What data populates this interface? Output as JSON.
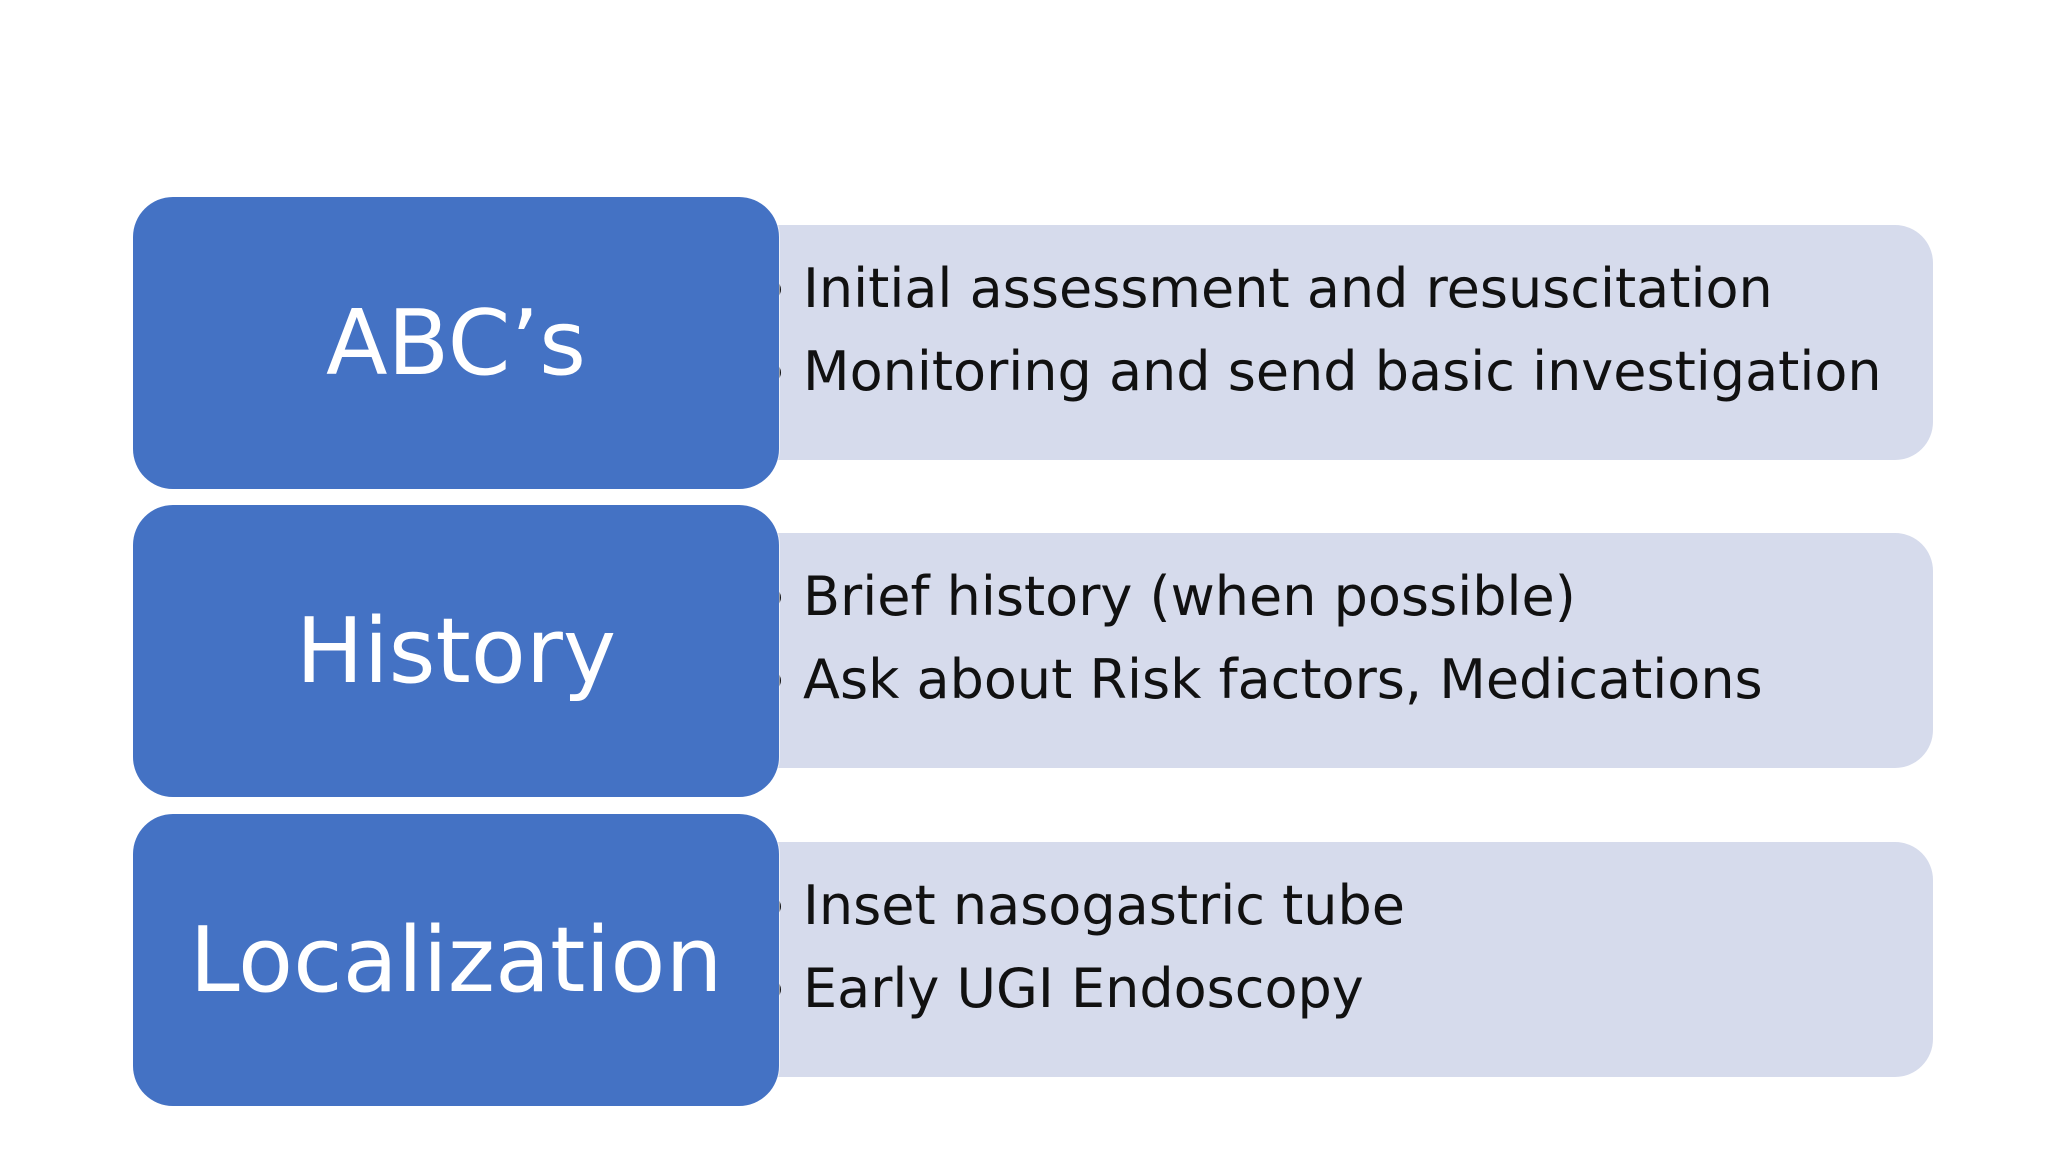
{
  "colors": {
    "category_fill": "#4472c4",
    "detail_fill": "#d6dbec",
    "category_text": "#ffffff",
    "detail_text": "#111111"
  },
  "rows": [
    {
      "category": "ABC’s",
      "items": [
        "Initial assessment and resuscitation",
        "Monitoring and send basic investigation"
      ]
    },
    {
      "category": "History",
      "items": [
        "Brief history (when possible)",
        "Ask about Risk factors, Medications"
      ]
    },
    {
      "category": "Localization",
      "items": [
        "Inset nasogastric tube",
        "Early UGI Endoscopy"
      ]
    }
  ]
}
